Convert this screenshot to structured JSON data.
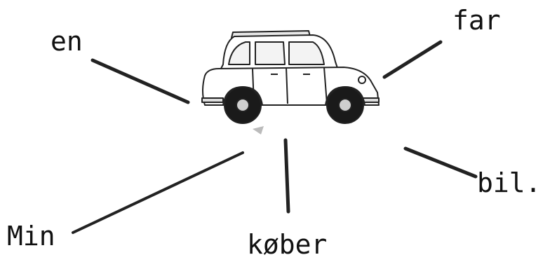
{
  "words": {
    "en": "en",
    "far": "far",
    "bil": "bil.",
    "min": "Min",
    "kober": "køber"
  },
  "colors": {
    "ink": "#111111",
    "car_body": "#ffffff",
    "tyre": "#1a1a1a"
  },
  "picture": {
    "icon": "car-icon"
  }
}
